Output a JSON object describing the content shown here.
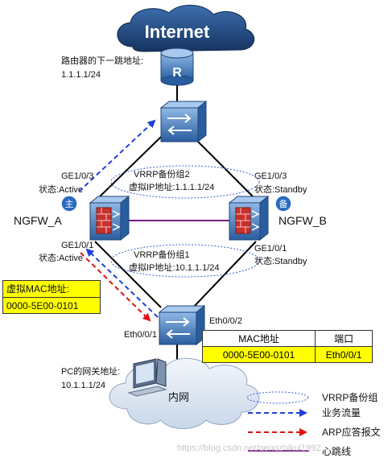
{
  "internet": {
    "label": "Internet",
    "router_letter": "R"
  },
  "router_next_hop": {
    "line1": "路由器的下一跳地址:",
    "line2": "1.1.1.1/24"
  },
  "ngfw_a": {
    "name": "NGFW_A",
    "role_badge": "主",
    "ge_top": "GE1/0/3",
    "ge_top_state": "状态:Active",
    "ge_bottom": "GE1/0/1",
    "ge_bottom_state": "状态:Active"
  },
  "ngfw_b": {
    "name": "NGFW_B",
    "role_badge": "备",
    "ge_top": "GE1/0/3",
    "ge_top_state": "状态:Standby",
    "ge_bottom": "GE1/0/1",
    "ge_bottom_state": "状态:Standby"
  },
  "vrrp_group2": {
    "line1": "VRRP备份组2",
    "line2": "虚拟IP地址:1.1.1.1/24"
  },
  "vrrp_group1": {
    "line1": "VRRP备份组1",
    "line2": "虚拟IP地址:10.1.1.1/24"
  },
  "virtual_mac": {
    "title": "虚拟MAC地址:",
    "value": "0000-5E00-0101"
  },
  "switch_ports": {
    "left": "Eth0/0/1",
    "right": "Eth0/0/2"
  },
  "mac_table": {
    "headers": [
      "MAC地址",
      "端口"
    ],
    "row": [
      "0000-5E00-0101",
      "Eth0/0/1"
    ]
  },
  "pc_gateway": {
    "line1": "PC的网关地址:",
    "line2": "10.1.1.1/24"
  },
  "intranet": {
    "label": "内网"
  },
  "legend": [
    {
      "label": "VRRP备份组",
      "style": "ellipse",
      "color": "#3a5fcd"
    },
    {
      "label": "业务流量",
      "style": "dashed-arrow",
      "color": "#1f3fd6"
    },
    {
      "label": "ARP应答报文",
      "style": "dashed-arrow",
      "color": "#e01010"
    },
    {
      "label": "心跳线",
      "style": "solid",
      "color": "#7a1a8a"
    }
  ],
  "watermark": "https://blog.csdn.net/gengzhikui1992",
  "colors": {
    "cloud": "#1f4e8c",
    "device": "#2f6fb5",
    "firewall": "#c9302c",
    "badge": "#2a6bc0",
    "yellow": "#ffff00"
  }
}
